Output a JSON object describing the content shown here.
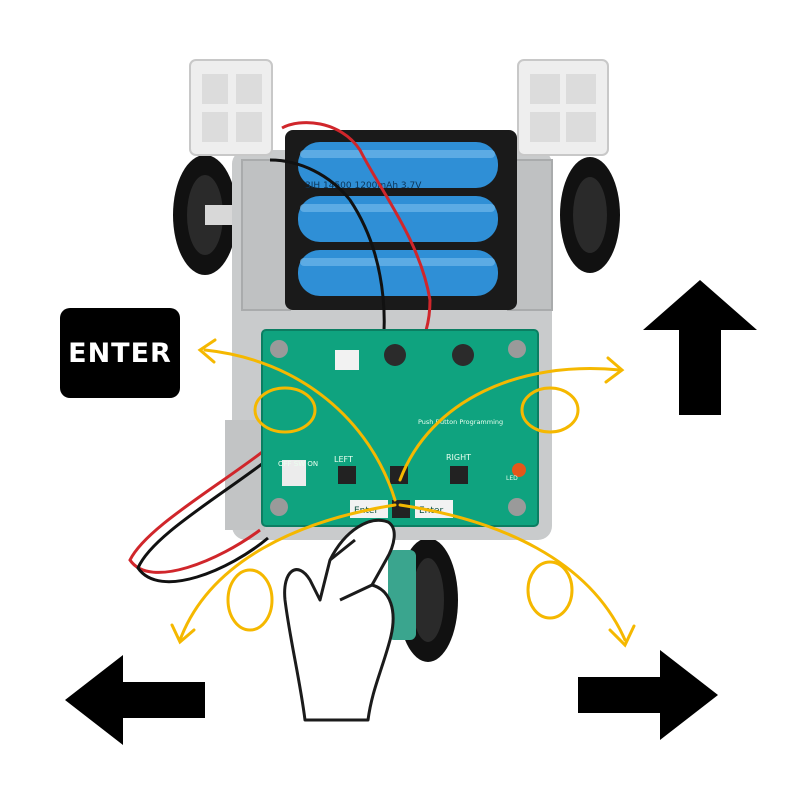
{
  "badge": {
    "text": "ENTER"
  },
  "battery": {
    "text": "3IH 14500 1200mAh 3.7V"
  },
  "pcb": {
    "button_left": "LEFT",
    "button_right": "RIGHT",
    "button_center": "Push Button Programming",
    "enter_left": "Enter",
    "enter_right": "Enter",
    "switch_label": "OFF SW ON",
    "led_label": "LED"
  },
  "colors": {
    "pcb_green": "#0fa37f",
    "battery_blue": "#2f8fd6",
    "frame_gray": "#c9cbcc",
    "doodle_yellow": "#f5b800",
    "arrow_black": "#000000"
  }
}
